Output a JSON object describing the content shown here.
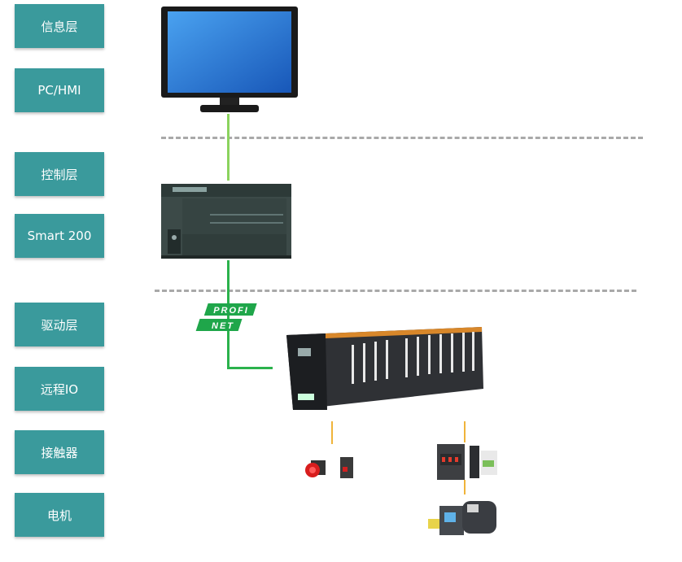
{
  "layers": [
    {
      "label": "信息层"
    },
    {
      "label": "PC/HMI"
    },
    {
      "label": "控制层"
    },
    {
      "label": "Smart 200"
    },
    {
      "label": "驱动层"
    },
    {
      "label": "远程IO"
    },
    {
      "label": "接触器"
    },
    {
      "label": "电机"
    }
  ],
  "profinet": {
    "top": "PROFI",
    "bottom": "NET"
  },
  "colors": {
    "box": "#3a9a9c",
    "link_light": "#8bd35e",
    "link_dark": "#2bb24c",
    "io_link": "#f0b43a"
  }
}
